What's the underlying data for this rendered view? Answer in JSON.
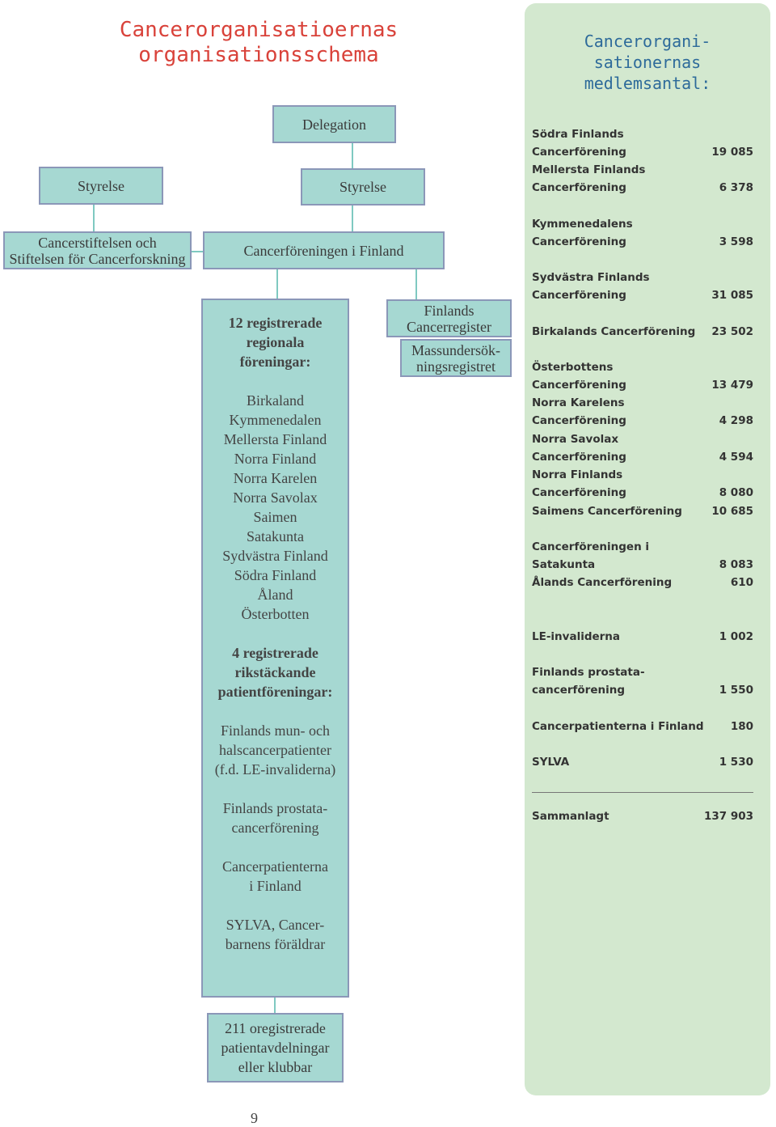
{
  "title": "Cancerorganisatioernas\norganisationsschema",
  "chart": {
    "delegation": "Delegation",
    "styrelse_left": "Styrelse",
    "styrelse_center": "Styrelse",
    "stiftelsen": "Cancerstiftelsen och\nStiftelsen för Cancerforskning",
    "cancerforeningen": "Cancerföreningen i Finland",
    "registret": "Finlands\nCancerregister",
    "massundersok": "Massundersök-\nningsregistret",
    "regional_heading": "12 registrerade\nregionala\nföreningar:",
    "regional_list": [
      "Birkaland",
      "Kymmenedalen",
      "Mellersta Finland",
      "Norra Finland",
      "Norra Karelen",
      "Norra Savolax",
      "Saimen",
      "Satakunta",
      "Sydvästra Finland",
      "Södra Finland",
      "Åland",
      "Österbotten"
    ],
    "patient_heading": "4 registrerade\nrikstäckande\npatientföreningar:",
    "patient_list": [
      "Finlands mun- och\nhalscancerpatienter\n(f.d. LE-invaliderna)",
      "Finlands prostata-\ncancerförening",
      "Cancerpatienterna\ni Finland",
      "SYLVA, Cancer-\nbarnens föräldrar"
    ],
    "unregistered": "211 oregistrerade\npatientavdelningar\neller klubbar"
  },
  "panel": {
    "title": "Cancerorgani-\nsationernas\nmedlemsantal:",
    "rows": [
      {
        "name": "Södra Finlands Cancerförening",
        "value": "19 085"
      },
      {
        "name": "Mellersta Finlands\nCancerförening",
        "value": "6 378"
      },
      {
        "name": "Kymmenedalens\nCancerförening",
        "value": "3 598"
      },
      {
        "name": "Sydvästra Finlands\nCancerförening",
        "value": "31 085"
      },
      {
        "name": "Birkalands Cancerförening",
        "value": "23 502"
      },
      {
        "name": "Österbottens Cancerförening",
        "value": "13 479"
      },
      {
        "name": "Norra Karelens Cancerförening",
        "value": "4 298"
      },
      {
        "name": "Norra Savolax Cancerförening",
        "value": "4 594"
      },
      {
        "name": "Norra Finlands Cancerförening",
        "value": "8 080"
      },
      {
        "name": "Saimens Cancerförening",
        "value": "10 685"
      },
      {
        "name": "Cancerföreningen i Satakunta",
        "value": "8 083"
      },
      {
        "name": "Ålands Cancerförening",
        "value": "610"
      },
      {
        "name": "LE-invaliderna",
        "value": "1  002"
      },
      {
        "name": "Finlands prostata-\ncancerförening",
        "value": "1 550"
      },
      {
        "name": "Cancerpatienterna i Finland",
        "value": "180"
      },
      {
        "name": "SYLVA",
        "value": "1 530"
      }
    ],
    "total_label": "Sammanlagt",
    "total_value": "137 903"
  },
  "page_number": "9"
}
